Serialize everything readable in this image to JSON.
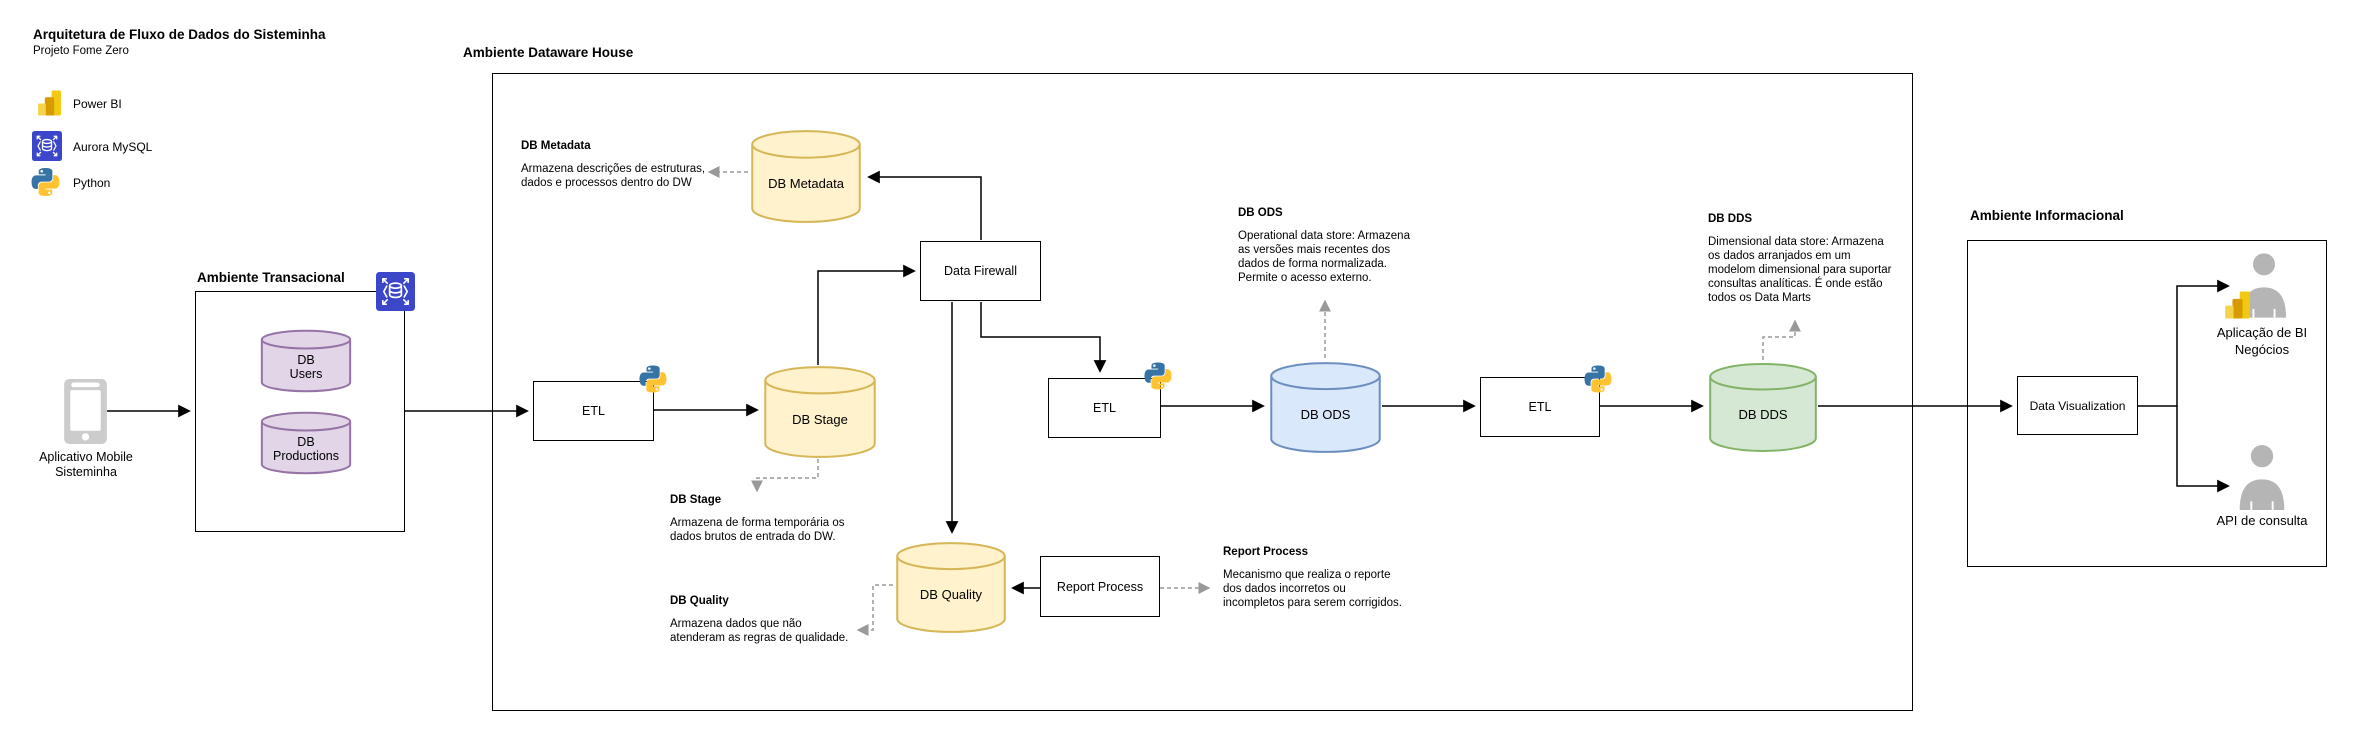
{
  "page": {
    "title": "Arquitetura de Fluxo de Dados do Sisteminha",
    "subtitle": "Projeto Fome Zero"
  },
  "legend": {
    "powerbi": "Power BI",
    "aurora": "Aurora MySQL",
    "python": "Python"
  },
  "sections": {
    "transacional": "Ambiente Transacional",
    "dataware": "Ambiente Dataware House",
    "informacional": "Ambiente Informacional"
  },
  "nodes": {
    "mobile_app": "Aplicativo Mobile\nSisteminha",
    "db_users": "DB\nUsers",
    "db_productions": "DB\nProductions",
    "etl": "ETL",
    "db_metadata": "DB Metadata",
    "data_firewall": "Data Firewall",
    "db_stage": "DB Stage",
    "db_ods": "DB ODS",
    "db_dds": "DB DDS",
    "db_quality": "DB Quality",
    "report_process": "Report Process",
    "data_visualization": "Data Visualization",
    "bi_app": "Aplicação de BI\nNegócios",
    "api": "API de consulta"
  },
  "annotations": {
    "metadata": {
      "title": "DB Metadata",
      "body": "Armazena descrições de estruturas,\ndados e processos dentro do DW"
    },
    "stage": {
      "title": "DB Stage",
      "body": "Armazena de forma temporária os\ndados brutos de entrada do DW."
    },
    "ods": {
      "title": "DB ODS",
      "body": "Operational data store: Armazena\nas versões mais recentes dos\ndados de forma normalizada.\nPermite o acesso externo."
    },
    "dds": {
      "title": "DB DDS",
      "body": "Dimensional data store: Armazena\nos dados arranjados em um\nmodelom dimensional para suportar\nconsultas analíticas. É onde estão\ntodos os Data Marts"
    },
    "quality": {
      "title": "DB Quality",
      "body": "Armazena dados que não\natenderam as regras de qualidade."
    },
    "report": {
      "title": "Report Process",
      "body": "Mecanismo que realiza o reporte\ndos dados incorretos ou\nincompletos para serem corrigidos."
    }
  },
  "colors": {
    "cylinder_yellow_fill": "#FFF2CC",
    "cylinder_yellow_stroke": "#D6B656",
    "cylinder_blue_fill": "#DAE8FC",
    "cylinder_blue_stroke": "#6C8EBF",
    "cylinder_green_fill": "#D5E8D4",
    "cylinder_green_stroke": "#82B366",
    "cylinder_purple_fill": "#E1D5E7",
    "cylinder_purple_stroke": "#9673A6",
    "wire": "#000000",
    "note_wire": "#999999",
    "aurora_blue": "#3B46C9",
    "powerbi_yellow": "#F2C811",
    "gray_icon": "#B5B5B5"
  }
}
